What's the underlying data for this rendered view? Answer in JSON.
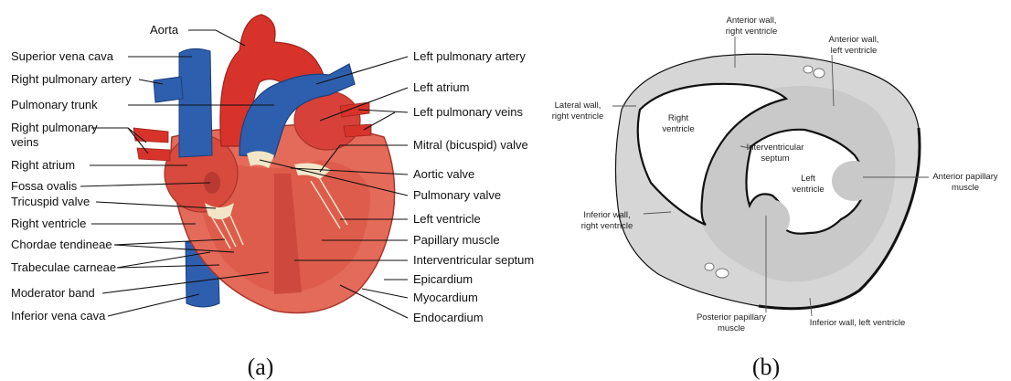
{
  "panel_a": {
    "caption": "(a)",
    "left_labels": [
      "Aorta",
      "Superior vena cava",
      "Right pulmonary artery",
      "Pulmonary trunk",
      "Right pulmonary",
      "veins",
      "Right atrium",
      "Fossa ovalis",
      "Tricuspid valve",
      "Right ventricle",
      "Chordae tendineae",
      "Trabeculae carneae",
      "Moderator band",
      "Inferior vena cava"
    ],
    "right_labels": [
      "Left pulmonary artery",
      "Left atrium",
      "Left pulmonary veins",
      "Mitral (bicuspid) valve",
      "Aortic valve",
      "Pulmonary valve",
      "Left ventricle",
      "Papillary muscle",
      "Interventricular septum",
      "Epicardium",
      "Myocardium",
      "Endocardium"
    ]
  },
  "panel_b": {
    "caption": "(b)",
    "labels": {
      "anterior_wall_rv": [
        "Anterior wall,",
        "right ventricle"
      ],
      "anterior_wall_lv": [
        "Anterior wall,",
        "left ventricle"
      ],
      "lateral_wall_rv": [
        "Lateral wall,",
        "right ventricle"
      ],
      "right_ventricle": [
        "Right",
        "ventricle"
      ],
      "interventricular_septum": [
        "Interventricular",
        "septum"
      ],
      "left_ventricle": [
        "Left",
        "ventricle"
      ],
      "inferior_wall_rv": [
        "Inferior wall,",
        "right ventricle"
      ],
      "anterior_papillary": [
        "Anterior papillary",
        "muscle"
      ],
      "posterior_papillary": [
        "Posterior papillary",
        "muscle"
      ],
      "inferior_wall_lv": [
        "Inferior wall, left ventricle"
      ]
    }
  },
  "colors": {
    "artery_red": "#d7332a",
    "vein_blue": "#2e5fae",
    "muscle_red": "#e46a5a",
    "wall_gray": "#c9c9c9",
    "outline": "#111111"
  }
}
